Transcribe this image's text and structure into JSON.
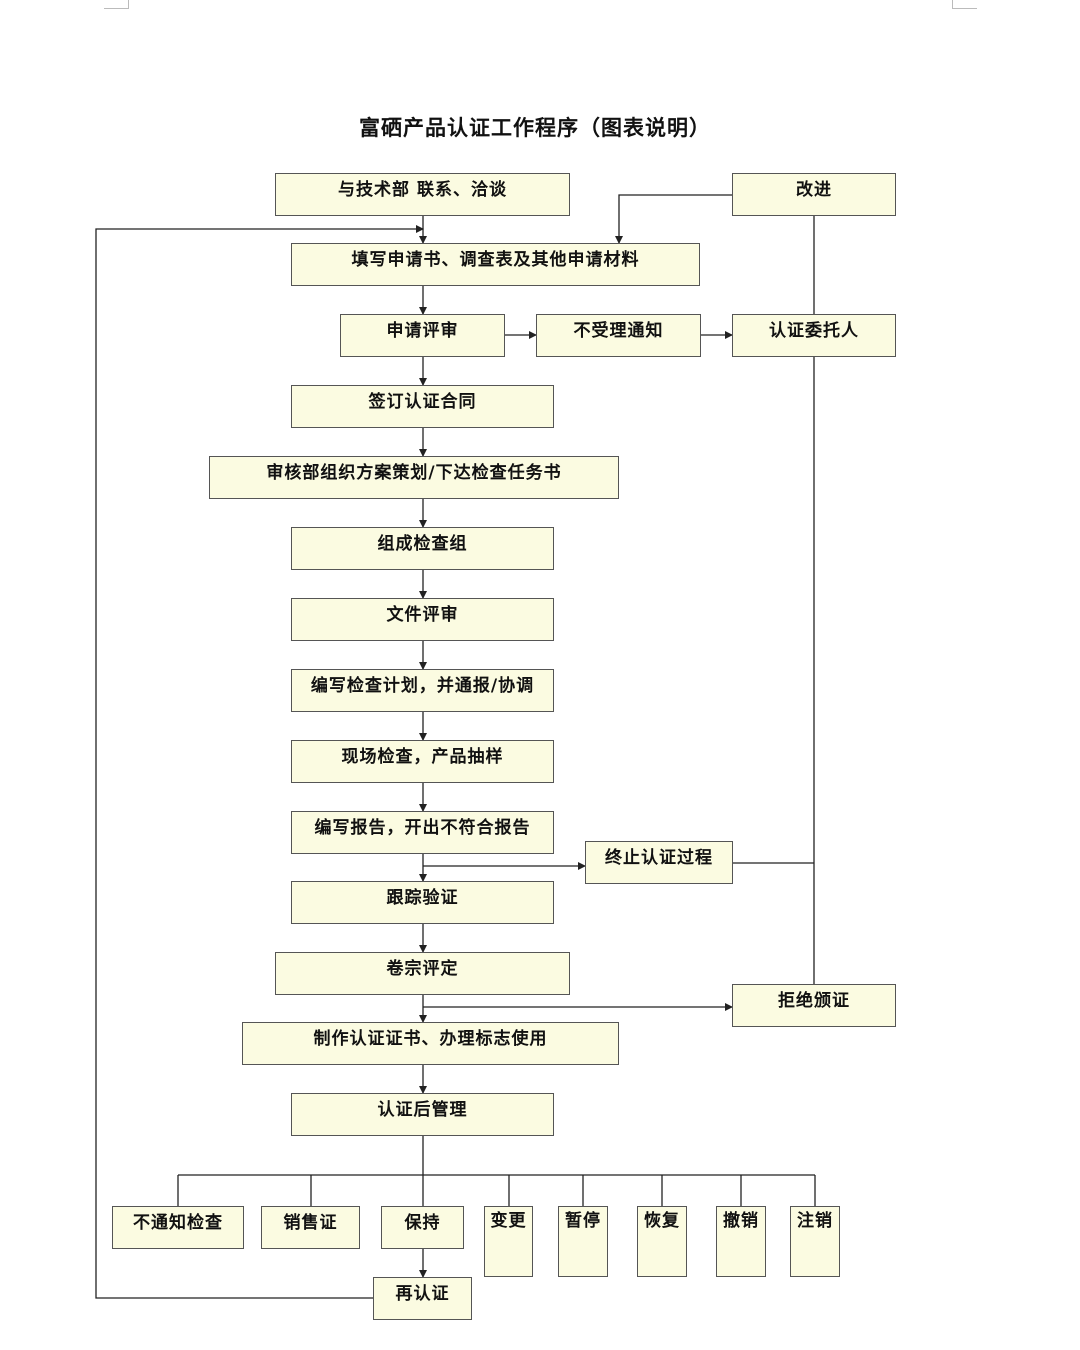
{
  "title": "富硒产品认证工作程序（图表说明）",
  "boxes": {
    "contact": "与技术部 联系、洽谈",
    "improve": "改进",
    "fill_forms": "填写申请书、调查表及其他申请材料",
    "app_review": "申请评审",
    "not_accepted": "不受理通知",
    "client": "认证委托人",
    "sign_contract": "签订认证合同",
    "plan": "审核部组织方案策划/下达检查任务书",
    "form_team": "组成检查组",
    "doc_review": "文件评审",
    "write_plan": "编写检查计划，并通报/协调",
    "onsite": "现场检查，产品抽样",
    "write_report": "编写报告，开出不符合报告",
    "terminate": "终止认证过程",
    "follow_up": "跟踪验证",
    "file_eval": "卷宗评定",
    "refuse": "拒绝颁证",
    "issue_cert": "制作认证证书、办理标志使用",
    "post_mgmt": "认证后管理",
    "unannounced": "不通知检查",
    "sales_cert": "销售证",
    "maintain": "保持",
    "change": "变更",
    "suspend": "暂停",
    "restore": "恢复",
    "withdraw": "撤销",
    "cancel": "注销",
    "recert": "再认证"
  }
}
